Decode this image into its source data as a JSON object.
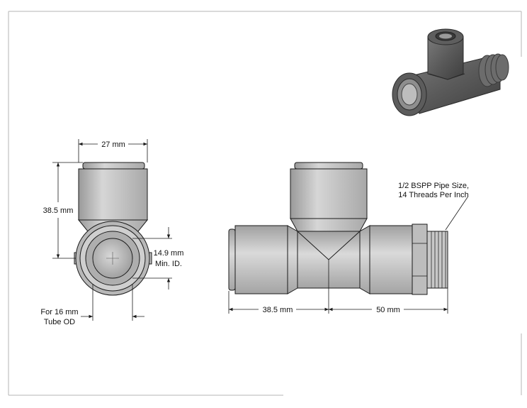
{
  "drawing": {
    "side_view": {
      "width_label": "27 mm",
      "height_label": "38.5 mm",
      "id_label_line1": "14.9 mm",
      "id_label_line2": "Min. ID.",
      "tube_label_line1": "For 16 mm",
      "tube_label_line2": "Tube OD"
    },
    "front_view": {
      "thread_label_line1": "1/2 BSPP Pipe Size,",
      "thread_label_line2": "14 Threads Per Inch",
      "left_length_label": "38.5 mm",
      "right_length_label": "50 mm"
    },
    "colors": {
      "fitting_body": "#c4c4c4",
      "fitting_shade": "#8d8d8d",
      "line": "#1a1a1a",
      "border": "#b5b5b5"
    }
  }
}
